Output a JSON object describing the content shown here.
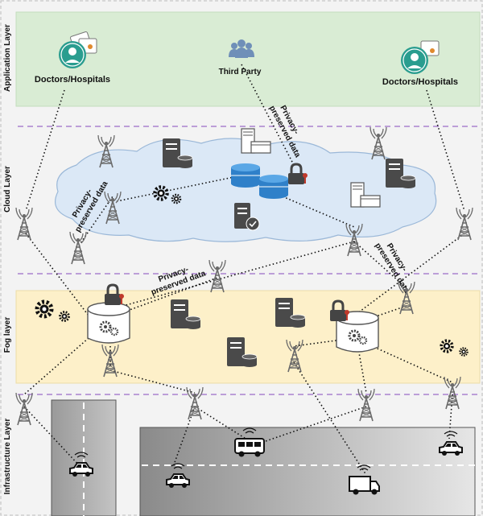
{
  "layers": {
    "application": "Application Layer",
    "cloud": "Cloud Layer",
    "fog": "Fog layer",
    "infrastructure": "Infrastructure Layer"
  },
  "nodes": {
    "doctors_left": "Doctors/Hospitals",
    "third_party": "Third Party",
    "doctors_right": "Doctors/Hospitals"
  },
  "annotations": {
    "privacy_top_line1": "Privacy-",
    "privacy_top_line2": "preserved data",
    "privacy_left_line1": "Privacy-",
    "privacy_left_line2": "preserved data",
    "privacy_mid_line1": "Privacy-",
    "privacy_mid_line2": "preserved data",
    "privacy_right_line1": "Privacy-",
    "privacy_right_line2": "preserved data"
  },
  "colors": {
    "application_bg": "#d9ecd4",
    "cloud_bg": "#dbe8f6",
    "fog_bg": "#fdf0c9",
    "doctor_icon": "#2a9d8f",
    "divider": "#9b6cc7"
  }
}
